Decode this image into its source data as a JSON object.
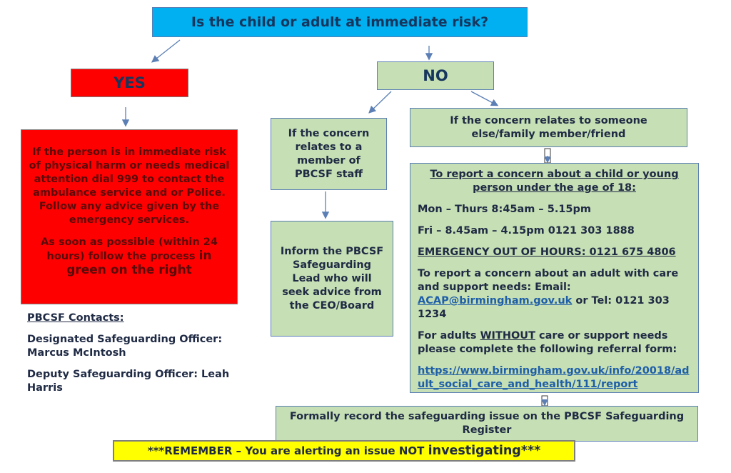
{
  "question": "Is the child or adult at immediate risk?",
  "yes": {
    "label": "YES",
    "para1": "If the person is in immediate risk of physical harm or needs medical attention dial 999 to contact the ambulance service and or Police. Follow any advice given by the emergency services.",
    "para2_a": "As soon as possible (within 24 hours) follow the process",
    "para2_b": "in green on the right"
  },
  "no": {
    "label": "NO"
  },
  "staff": {
    "concern": "If the concern relates to a member of PBCSF staff",
    "inform": "Inform the PBCSF Safeguarding Lead who will seek advice from the CEO/Board"
  },
  "other": {
    "concern": "If the concern relates to someone else/family member/friend"
  },
  "report": {
    "heading": "To report a concern about a child or young person under the age of 18:",
    "hours_weekday": "Mon – Thurs 8:45am – 5.15pm",
    "hours_friday": "Fri – 8.45am – 4.15pm 0121 303 1888",
    "emergency": "EMERGENCY OUT OF HOURS: 0121 675 4806",
    "adult_intro": "To report a concern about an adult with care and support needs: Email:",
    "adult_email": "ACAP@birmingham.gov.uk",
    "adult_tel": "or Tel: 0121 303 1234",
    "without_a": "For adults",
    "without_b": "WITHOUT",
    "without_c": "care or support needs please complete the following referral form:",
    "form_url": "https://www.birmingham.gov.uk/info/20018/adult_social_care_and_health/111/report"
  },
  "record": "Formally record the safeguarding issue on the PBCSF Safeguarding Register",
  "contacts": {
    "heading": "PBCSF Contacts:",
    "officer": "Designated Safeguarding Officer: Marcus McIntosh",
    "deputy": "Deputy Safeguarding Officer: Leah Harris"
  },
  "remember": {
    "a": "***REMEMBER – You are alerting an issue NOT",
    "b": "investigating***"
  },
  "colors": {
    "title_fill": "#00b0f0",
    "yes_fill": "#ff0000",
    "green_fill": "#c6dfb4",
    "remember_fill": "#ffff00",
    "arrow": "#5b7fb5"
  }
}
